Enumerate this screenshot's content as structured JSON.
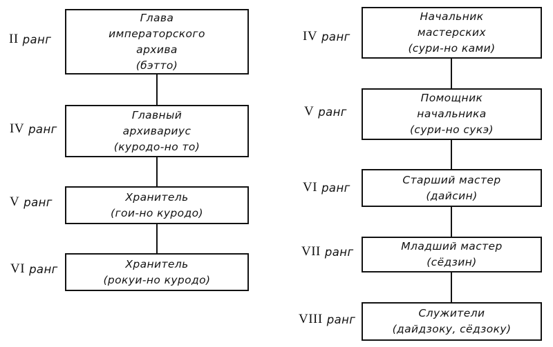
{
  "diagram": {
    "title": "",
    "colors": {
      "background": "#ffffff",
      "line": "#111111",
      "text": "#111111"
    },
    "left_column": {
      "items": [
        {
          "rank_numeral": "II",
          "rank_word": "ранг",
          "text": "Глава\nимператорского\nархива\n(бэтто)"
        },
        {
          "rank_numeral": "IV",
          "rank_word": "ранг",
          "text": "Главный\nархивариус\n(куродо-но то)"
        },
        {
          "rank_numeral": "V",
          "rank_word": "ранг",
          "text": "Хранитель\n(гои-но куродо)"
        },
        {
          "rank_numeral": "VI",
          "rank_word": "ранг",
          "text": "Хранитель\n(рокуи-но куродо)"
        }
      ]
    },
    "right_column": {
      "items": [
        {
          "rank_numeral": "IV",
          "rank_word": "ранг",
          "text": "Начальник\nмастерских\n(сури-но ками)"
        },
        {
          "rank_numeral": "V",
          "rank_word": "ранг",
          "text": "Помощник\nначальника\n(сури-но сукэ)"
        },
        {
          "rank_numeral": "VI",
          "rank_word": "ранг",
          "text": "Старший мастер\n(дайсин)"
        },
        {
          "rank_numeral": "VII",
          "rank_word": "ранг",
          "text": "Младший мастер\n(сёдзин)"
        },
        {
          "rank_numeral": "VIII",
          "rank_word": "ранг",
          "text": "Служители\n(дайдзоку, сёдзоку)"
        }
      ]
    }
  }
}
